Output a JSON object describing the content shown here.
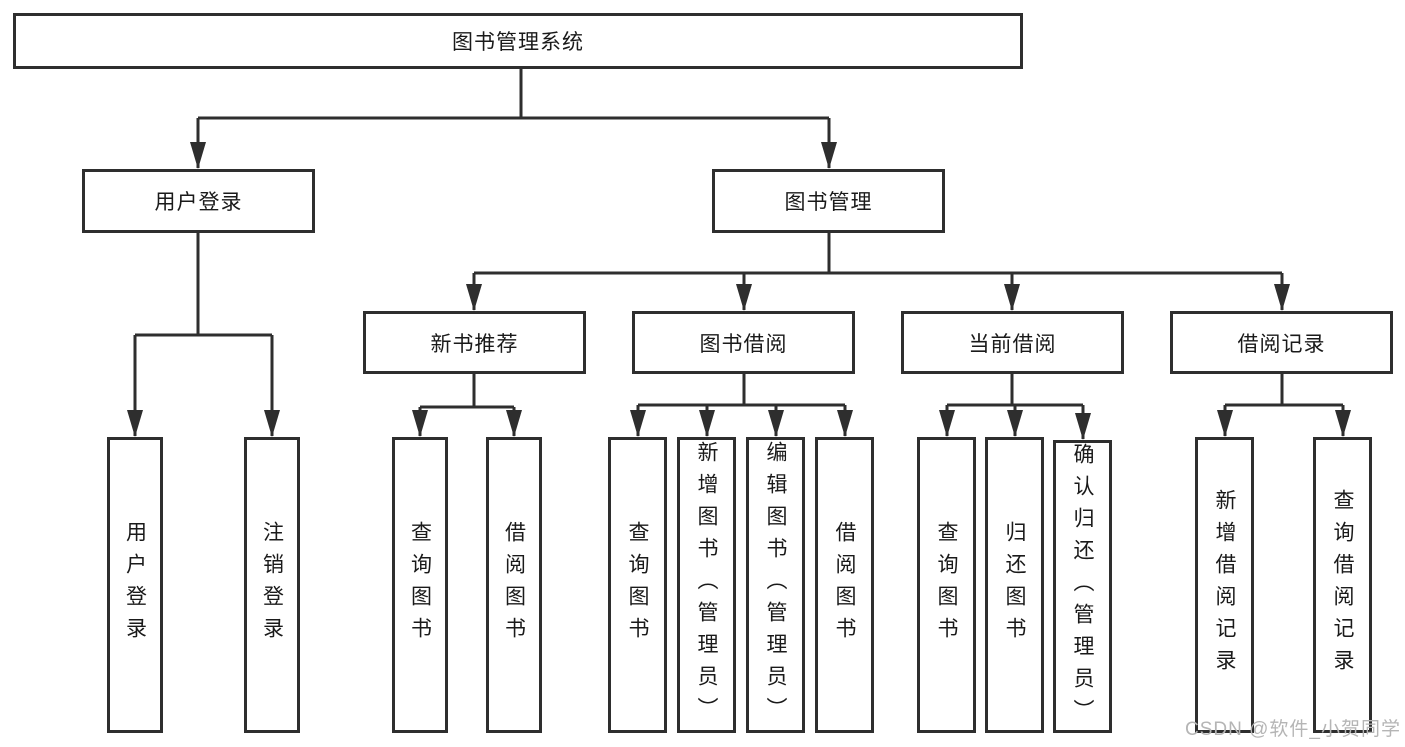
{
  "colors": {
    "line": "#2e2e2e",
    "text": "#1a1a1a",
    "box_bg": "#ffffff",
    "watermark": "#b5b5b5"
  },
  "watermark": "CSDN @软件_小贺同学",
  "nodes": {
    "root": "图书管理系统",
    "login": "用户登录",
    "mgmt": "图书管理",
    "login_children": [
      "用户登录",
      "注销登录"
    ],
    "mgmt_children": [
      "新书推荐",
      "图书借阅",
      "当前借阅",
      "借阅记录"
    ],
    "recommend_children": [
      "查询图书",
      "借阅图书"
    ],
    "borrow_children": [
      "查询图书",
      "新增图书（管理员）",
      "编辑图书（管理员）",
      "借阅图书"
    ],
    "current_children": [
      "查询图书",
      "归还图书",
      "确认归还（管理员）"
    ],
    "records_children": [
      "新增借阅记录",
      "查询借阅记录"
    ]
  }
}
